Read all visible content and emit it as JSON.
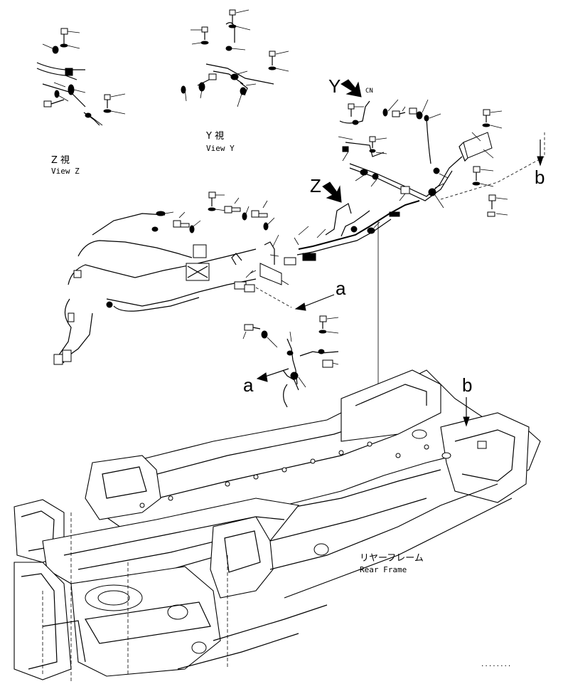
{
  "views": {
    "view_z": {
      "jp": "Z 視",
      "en": "View Z"
    },
    "view_y": {
      "jp": "Y 視",
      "en": "View Y"
    }
  },
  "arrows": {
    "y": "Y",
    "z": "Z",
    "a_upper": "a",
    "a_lower": "a",
    "b_right": "b",
    "b_frame": "b"
  },
  "frame": {
    "jp": "リヤーフレーム",
    "en": "Rear Frame"
  },
  "small_label": "CN",
  "footer_code": "........"
}
